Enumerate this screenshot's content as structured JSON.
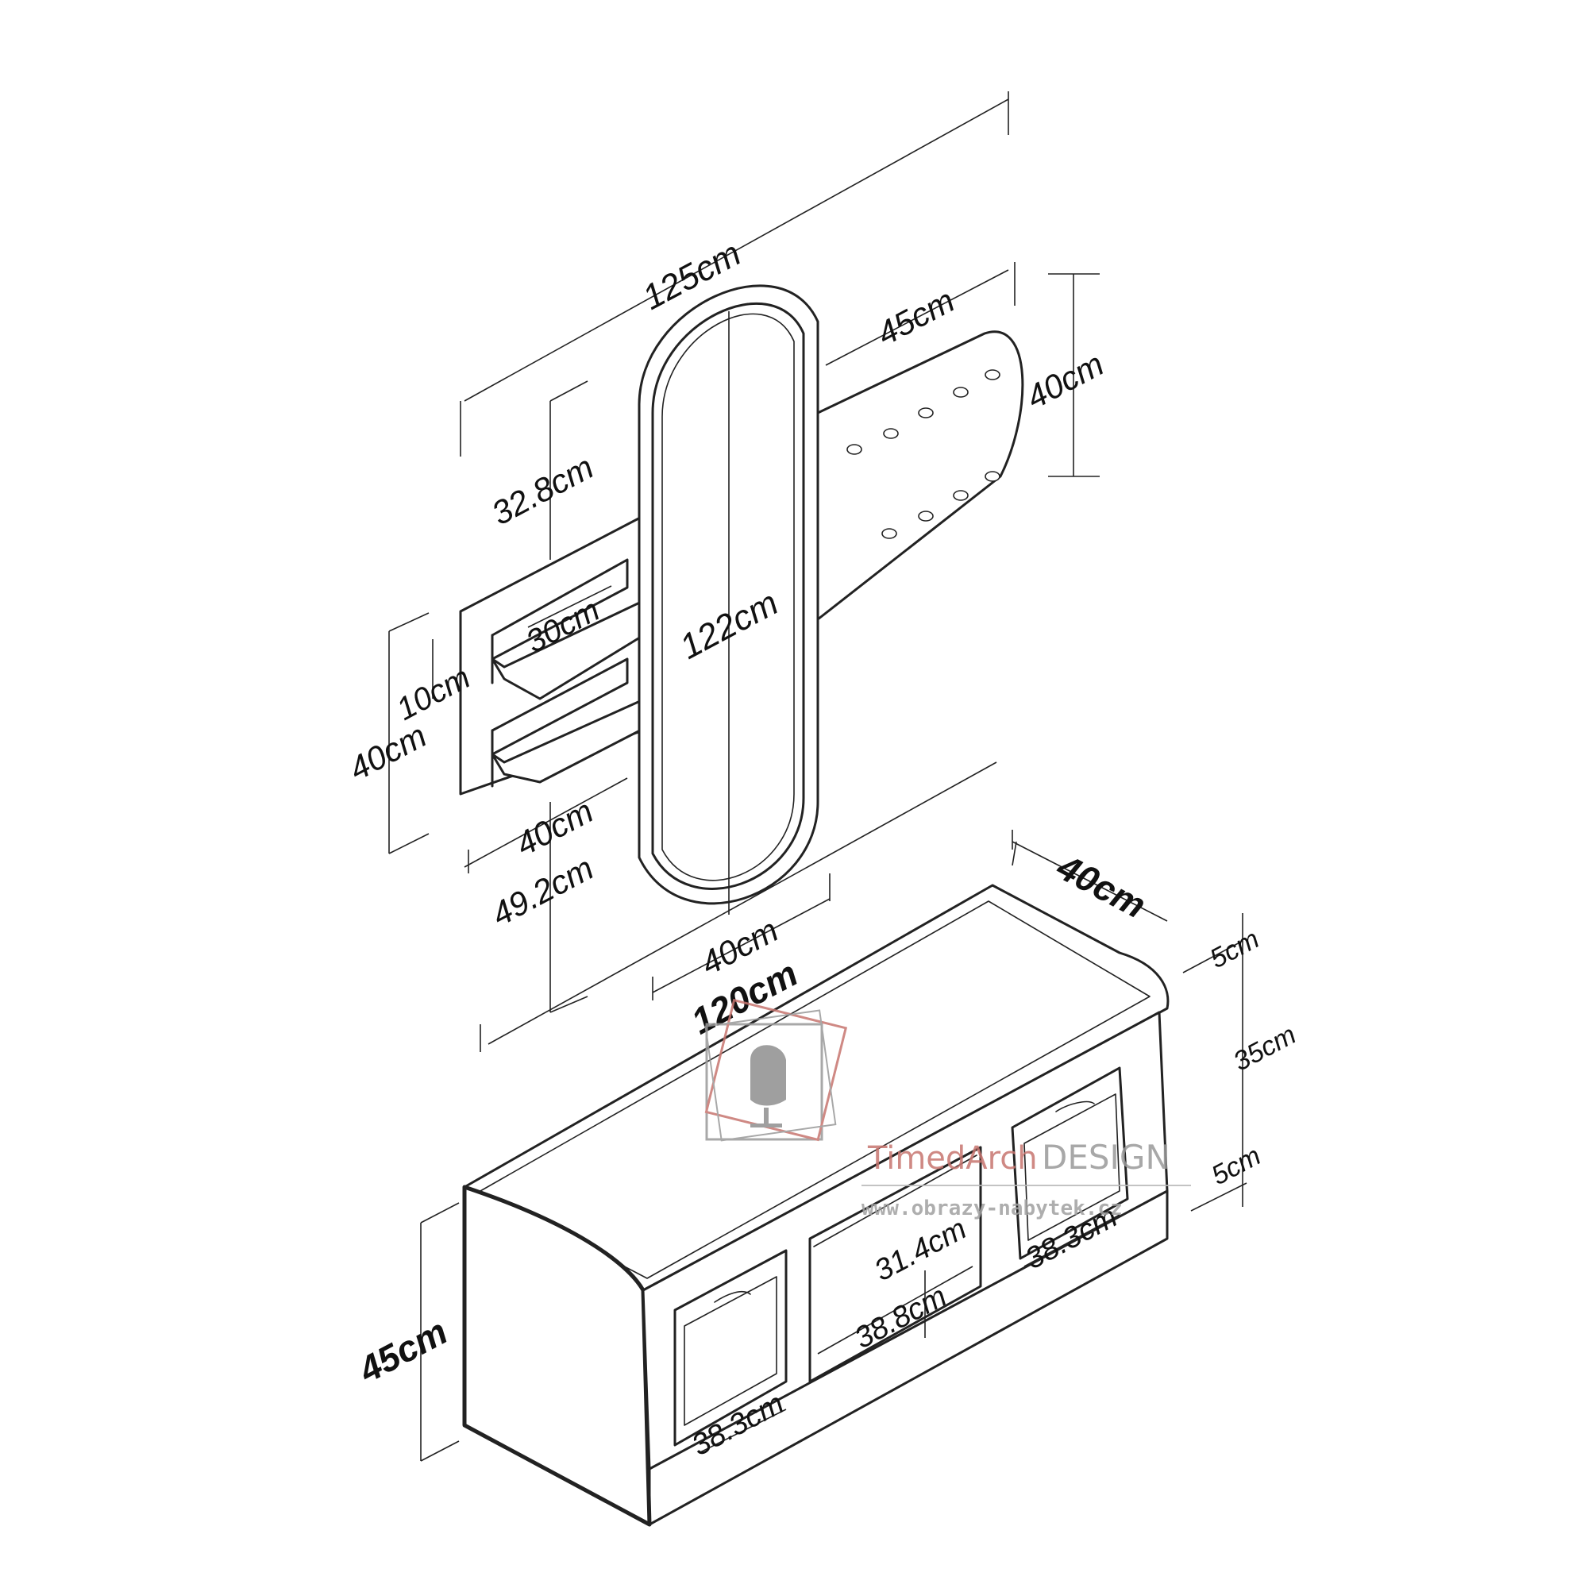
{
  "colors": {
    "line": "#222222",
    "watermark_red": "#c7756f",
    "watermark_grey": "#9a9a9a"
  },
  "dimensions": {
    "total_width": "125cm",
    "coat_panel_width": "45cm",
    "coat_panel_height": "40cm",
    "shelf_top_offset": "32.8cm",
    "mirror_height": "122cm",
    "shelf_width": "30cm",
    "shelf_gap": "10cm",
    "shelf_panel_height": "40cm",
    "shelf_panel_width": "40cm",
    "shelf_bottom_offset": "49.2cm",
    "mirror_width": "40cm",
    "bench_width": "120cm",
    "bench_depth": "40cm",
    "bench_height": "45cm",
    "top_thickness": "5cm",
    "inner_height": "35cm",
    "base_thickness": "5cm",
    "inner_depth": "31.4cm",
    "right_door_width": "38.3cm",
    "middle_width": "38.8cm",
    "left_door_width": "38.3cm"
  },
  "watermark": {
    "brand_name": "TimedArch",
    "brand_suffix": "DESIGN",
    "url": "www.obrazy-nabytek.cz",
    "icon": "egg-chair-icon"
  }
}
